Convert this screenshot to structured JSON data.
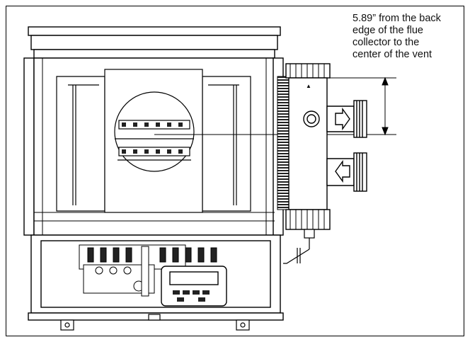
{
  "annotation": {
    "lines": [
      "5.89” from the back",
      "edge of the flue",
      "collector to the",
      "center of the vent"
    ]
  },
  "colors": {
    "line": "#000000",
    "panel": "#f2f2f2",
    "dark": "#222222"
  }
}
